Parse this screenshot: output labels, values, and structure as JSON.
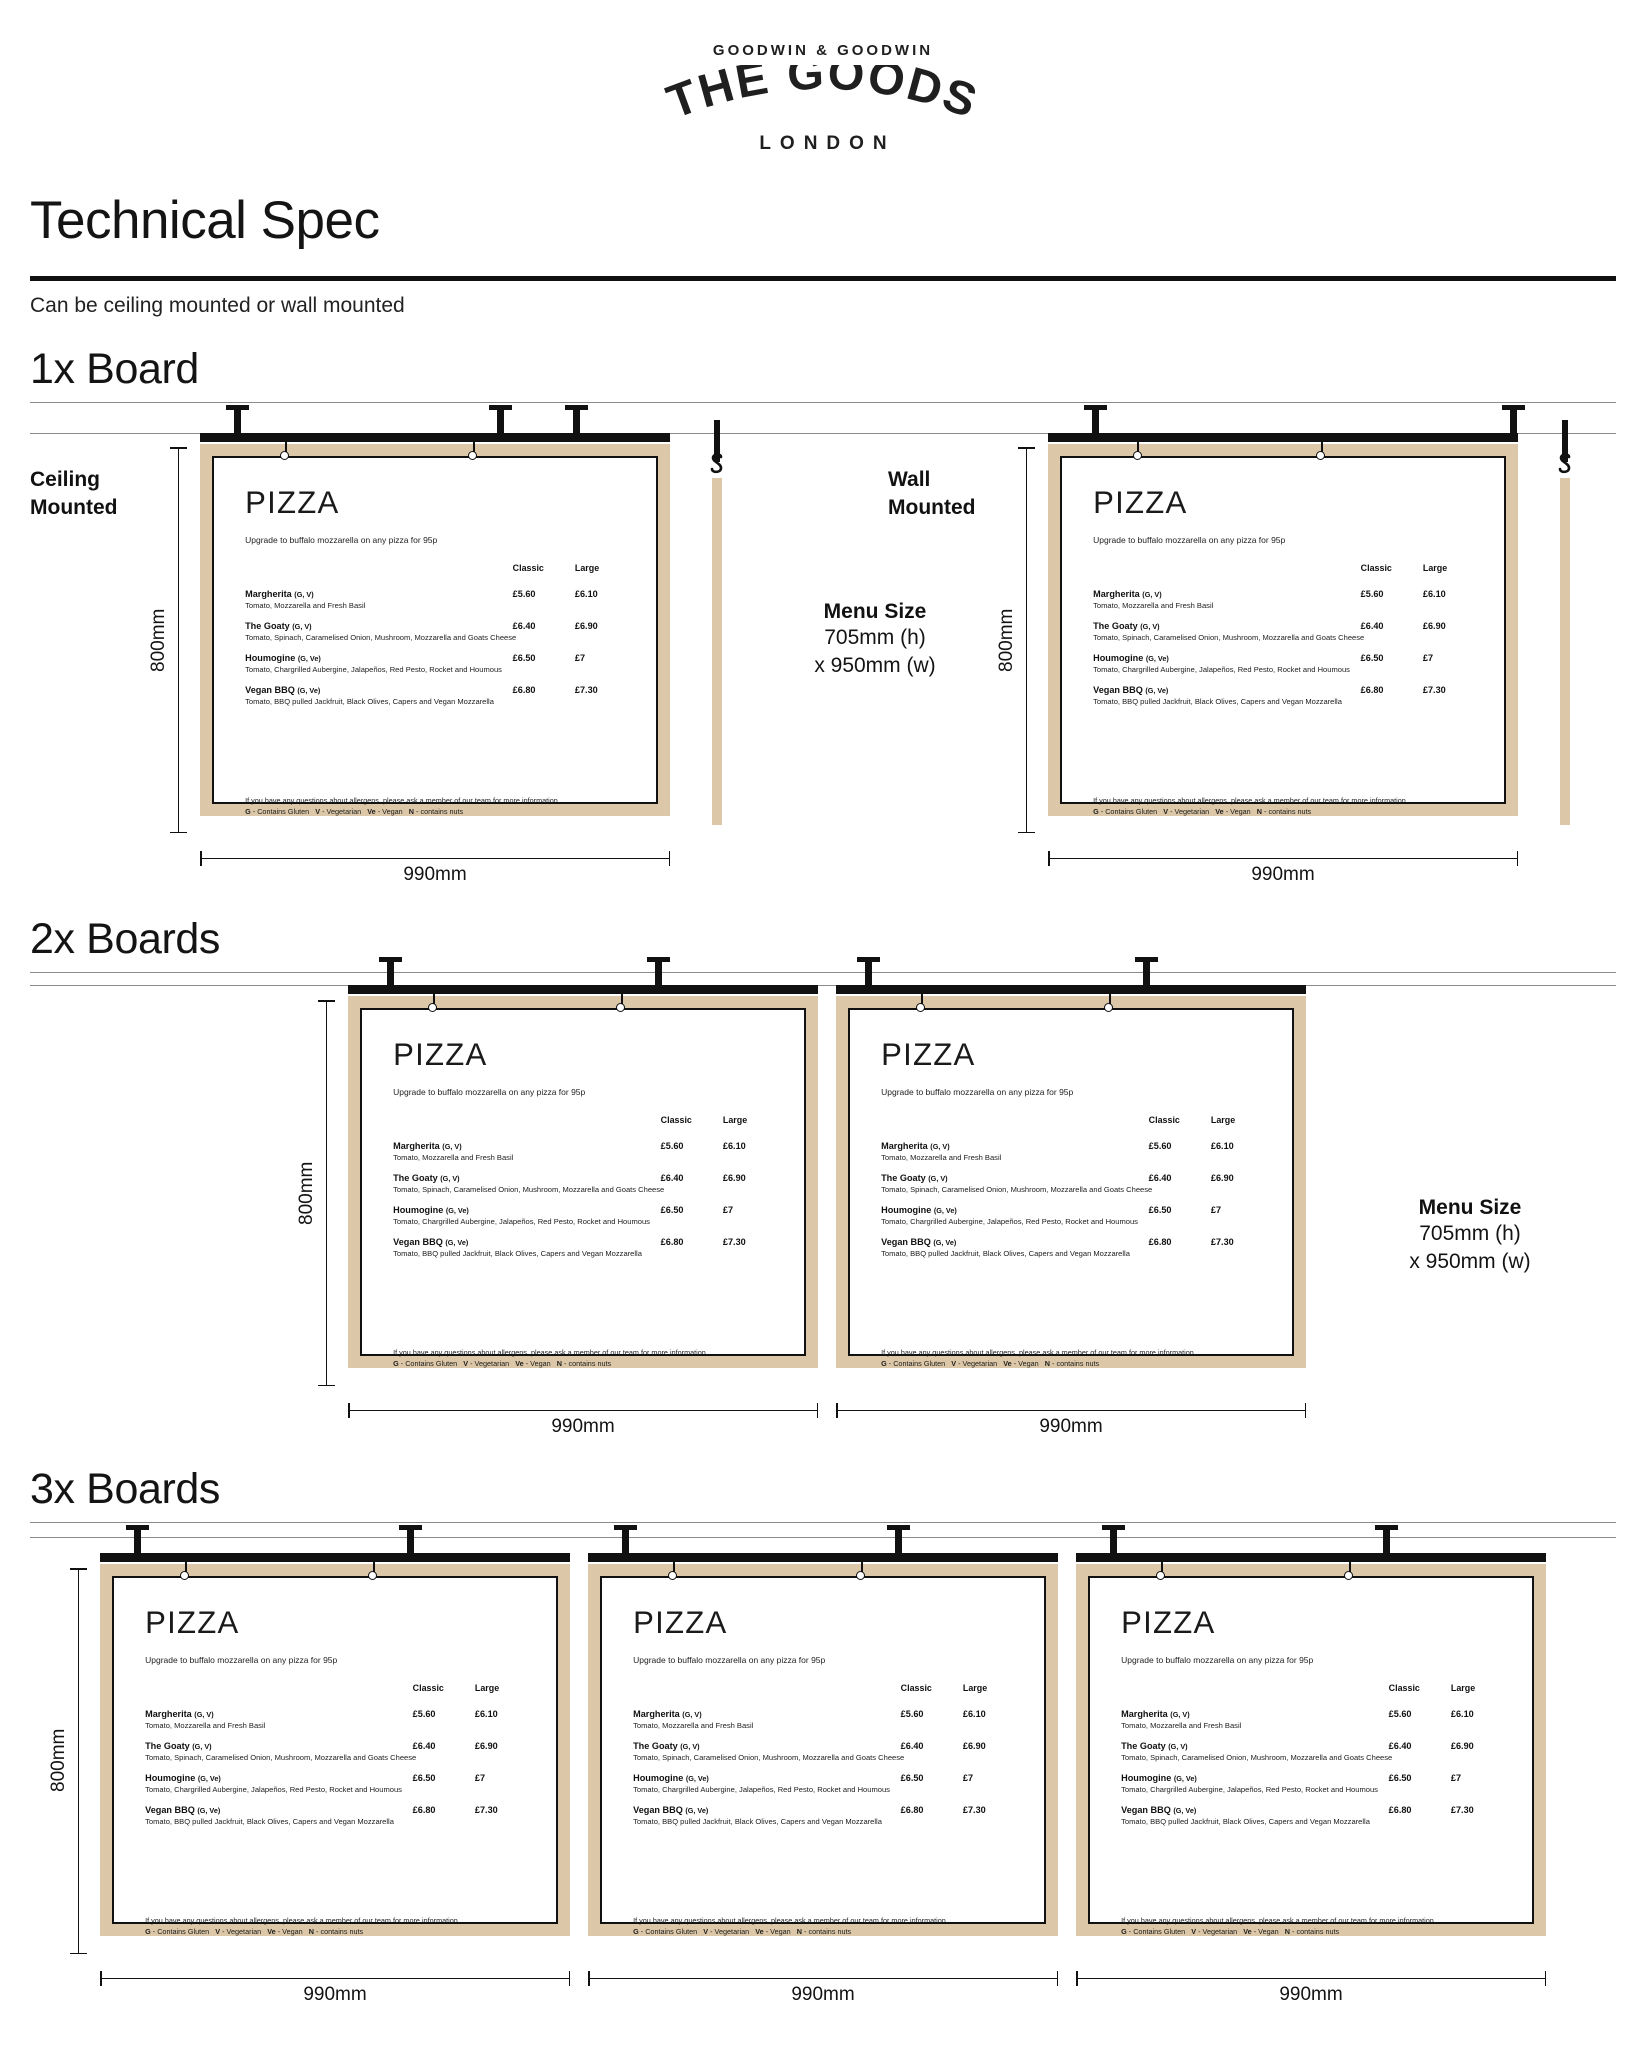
{
  "brand": {
    "eyebrow": "GOODWIN & GOODWIN",
    "name": "THE GOODS",
    "city": "LONDON"
  },
  "header": {
    "title": "Technical Spec",
    "subtitle": "Can be ceiling mounted or wall mounted"
  },
  "sections": [
    {
      "id": "one",
      "label": "1x Board"
    },
    {
      "id": "two",
      "label": "2x Boards"
    },
    {
      "id": "three",
      "label": "3x Boards"
    }
  ],
  "labels": {
    "ceiling_mounted": "Ceiling\nMounted",
    "wall_mounted": "Wall\nMounted",
    "menu_size_title": "Menu Size",
    "menu_size_h": "705mm (h)",
    "menu_size_w": "x 950mm (w)",
    "height_dim": "800mm",
    "width_dim": "990mm"
  },
  "menu": {
    "heading": "PIZZA",
    "upgrade": "Upgrade to buffalo mozzarella on any pizza for 95p",
    "columns": [
      "Classic",
      "Large"
    ],
    "items": [
      {
        "name": "Margherita",
        "tags": "(G, V)",
        "desc": "Tomato, Mozzarella and Fresh Basil",
        "classic": "£5.60",
        "large": "£6.10"
      },
      {
        "name": "The Goaty",
        "tags": "(G, V)",
        "desc": "Tomato, Spinach, Caramelised Onion, Mushroom, Mozzarella and Goats Cheese",
        "classic": "£6.40",
        "large": "£6.90"
      },
      {
        "name": "Houmogine",
        "tags": "(G, Ve)",
        "desc": "Tomato, Chargrilled Aubergine, Jalapeños, Red Pesto, Rocket and Houmous",
        "classic": "£6.50",
        "large": "£7"
      },
      {
        "name": "Vegan BBQ",
        "tags": "(G, Ve)",
        "desc": "Tomato, BBQ pulled Jackfruit, Black Olives, Capers and Vegan Mozzarella",
        "classic": "£6.80",
        "large": "£7.30"
      }
    ],
    "allergen_line1": "If you have any questions about allergens, please ask a member of our team for more information.",
    "allergen_key": [
      {
        "code": "G",
        "text": " - Contains Gluten"
      },
      {
        "code": "V",
        "text": " - Vegetarian"
      },
      {
        "code": "Ve",
        "text": " - Vegan"
      },
      {
        "code": "N",
        "text": " - contains nuts"
      }
    ]
  },
  "colors": {
    "frame_tan": "#dcc8a8",
    "ink": "#111111",
    "rule_gray": "#8b8b8b",
    "paper": "#ffffff"
  }
}
